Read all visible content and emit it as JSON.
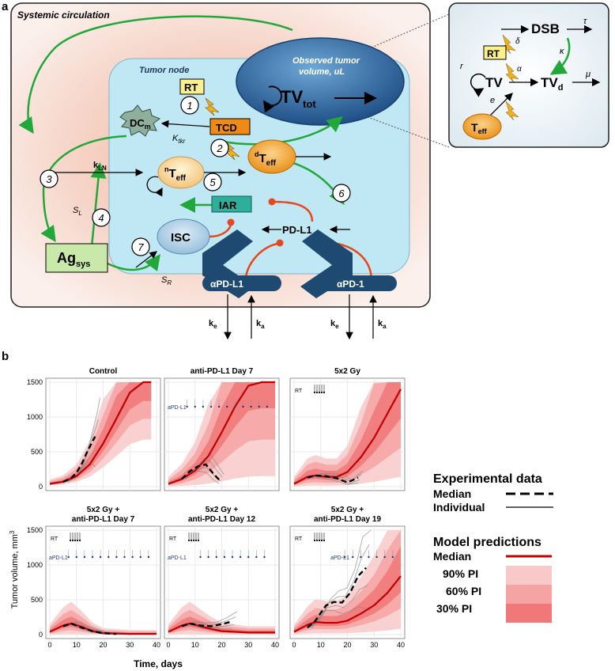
{
  "panel_a": {
    "label": "a",
    "systemic_title": "Systemic circulation",
    "tumor_node_title": "Tumor node",
    "observed_tv_line1": "Observed tumor",
    "observed_tv_line2": "volume, uL",
    "tv_tot": "TV",
    "tv_tot_sub": "tot",
    "rt": "RT",
    "tcd": "TCD",
    "dcm": "DC",
    "dcm_sub": "m",
    "ktkr": "K",
    "ktkr_sub": "tkr",
    "kln": "k",
    "kln_sub": "LN",
    "nteff_sup": "n",
    "nteff": "T",
    "nteff_sub": "eff",
    "dteff_sup": "d",
    "dteff": "T",
    "dteff_sub": "eff",
    "iar": "IAR",
    "isc": "ISC",
    "pdl1": "PD-L1",
    "agsys": "Ag",
    "agsys_sub": "sys",
    "sl": "S",
    "sl_sub": "L",
    "sr": "S",
    "sr_sub": "R",
    "apdl1": "αPD-L1",
    "apd1": "αPD-1",
    "ke": "k",
    "ke_sub": "e",
    "ka": "k",
    "ka_sub": "a",
    "numbers": [
      "1",
      "2",
      "3",
      "4",
      "5",
      "6",
      "7"
    ],
    "inset": {
      "dsb": "DSB",
      "tau": "τ",
      "delta": "δ",
      "rt": "RT",
      "alpha": "α",
      "kappa": "κ",
      "r": "r",
      "tv": "TV",
      "tvd": "TV",
      "tvd_sub": "d",
      "mu": "μ",
      "e": "e",
      "teff": "T",
      "teff_sub": "eff"
    }
  },
  "panel_b": {
    "label": "b",
    "ylabel": "Tumor volume, mm",
    "ylabel_sup": "3",
    "xlabel": "Time, days",
    "yticks": [
      "0",
      "500",
      "1000",
      "1500"
    ],
    "xticks": [
      "0",
      "10",
      "20",
      "30",
      "40"
    ],
    "rt_label": "RT",
    "apdl1_label": "aPD-L1",
    "legend": {
      "exp_title": "Experimental data",
      "median": "Median",
      "individual": "Individual",
      "model_title": "Model predictions",
      "model_median": "Median",
      "pi90": "90% PI",
      "pi60": "60% PI",
      "pi30": "30% PI"
    }
  },
  "colors": {
    "median_red": "#c00000",
    "pi90": "#f9c9c9",
    "pi60": "#f5a3a3",
    "pi30": "#f07878",
    "green": "#22a83a",
    "orange_red": "#e8471e",
    "navy": "#1e4a72",
    "tumor_blue": "#bfe7f4"
  },
  "chart_data": [
    {
      "type": "line",
      "title": "Control",
      "xlim": [
        0,
        40
      ],
      "ylim": [
        0,
        1500
      ],
      "series": [
        {
          "name": "Median",
          "x": [
            0,
            5,
            10,
            15,
            20,
            25,
            30,
            35,
            38
          ],
          "values": [
            40,
            70,
            150,
            320,
            620,
            980,
            1350,
            1500,
            1500
          ]
        },
        {
          "name": "Median",
          "x": [
            5,
            8,
            10,
            12,
            14,
            16,
            17
          ],
          "values": [
            70,
            120,
            200,
            330,
            500,
            650,
            720
          ]
        }
      ]
    },
    {
      "type": "line",
      "title": "anti-PD-L1 Day 7",
      "xlim": [
        0,
        40
      ],
      "ylim": [
        0,
        1500
      ],
      "series": [
        {
          "name": "Median",
          "x": [
            0,
            5,
            10,
            15,
            20,
            25,
            30,
            35,
            40
          ],
          "values": [
            40,
            110,
            230,
            440,
            780,
            1150,
            1450,
            1500,
            1500
          ]
        },
        {
          "name": "Median",
          "x": [
            5,
            8,
            11,
            14,
            17,
            19
          ],
          "values": [
            110,
            220,
            290,
            320,
            180,
            100
          ]
        }
      ]
    },
    {
      "type": "line",
      "title": "5x2 Gy",
      "xlim": [
        0,
        40
      ],
      "ylim": [
        0,
        1500
      ],
      "series": [
        {
          "name": "Median",
          "x": [
            0,
            5,
            8,
            12,
            16,
            20,
            25,
            30,
            35,
            40
          ],
          "values": [
            40,
            140,
            160,
            140,
            140,
            210,
            420,
            700,
            1050,
            1400
          ]
        },
        {
          "name": "Median",
          "x": [
            5,
            8,
            12,
            16,
            20,
            24
          ],
          "values": [
            130,
            160,
            150,
            120,
            60,
            130
          ]
        }
      ]
    },
    {
      "type": "line",
      "title": "5x2 Gy + anti-PD-L1 Day 7",
      "xlim": [
        0,
        40
      ],
      "ylim": [
        0,
        1500
      ],
      "series": [
        {
          "name": "Median",
          "x": [
            0,
            5,
            8,
            12,
            16,
            20,
            30,
            40
          ],
          "values": [
            40,
            130,
            160,
            110,
            50,
            20,
            10,
            10
          ]
        },
        {
          "name": "Median",
          "x": [
            5,
            8,
            12,
            16,
            20,
            25
          ],
          "values": [
            120,
            160,
            100,
            50,
            20,
            10
          ]
        }
      ]
    },
    {
      "type": "line",
      "title": "5x2 Gy + anti-PD-L1 Day 12",
      "xlim": [
        0,
        40
      ],
      "ylim": [
        0,
        1500
      ],
      "series": [
        {
          "name": "Median",
          "x": [
            0,
            5,
            8,
            12,
            16,
            20,
            30,
            40
          ],
          "values": [
            40,
            130,
            160,
            120,
            80,
            50,
            30,
            30
          ]
        },
        {
          "name": "Median",
          "x": [
            5,
            8,
            12,
            16,
            20,
            24
          ],
          "values": [
            120,
            160,
            130,
            120,
            150,
            190
          ]
        }
      ]
    },
    {
      "type": "line",
      "title": "5x2 Gy + anti-PD-L1 Day 19",
      "xlim": [
        0,
        40
      ],
      "ylim": [
        0,
        1500
      ],
      "series": [
        {
          "name": "Median",
          "x": [
            0,
            5,
            8,
            12,
            16,
            20,
            25,
            30,
            35,
            40
          ],
          "values": [
            40,
            140,
            180,
            170,
            170,
            200,
            300,
            420,
            600,
            840
          ]
        },
        {
          "name": "Median",
          "x": [
            5,
            8,
            12,
            15,
            18,
            21,
            24,
            27
          ],
          "values": [
            100,
            200,
            420,
            470,
            460,
            600,
            840,
            960
          ]
        }
      ]
    }
  ]
}
